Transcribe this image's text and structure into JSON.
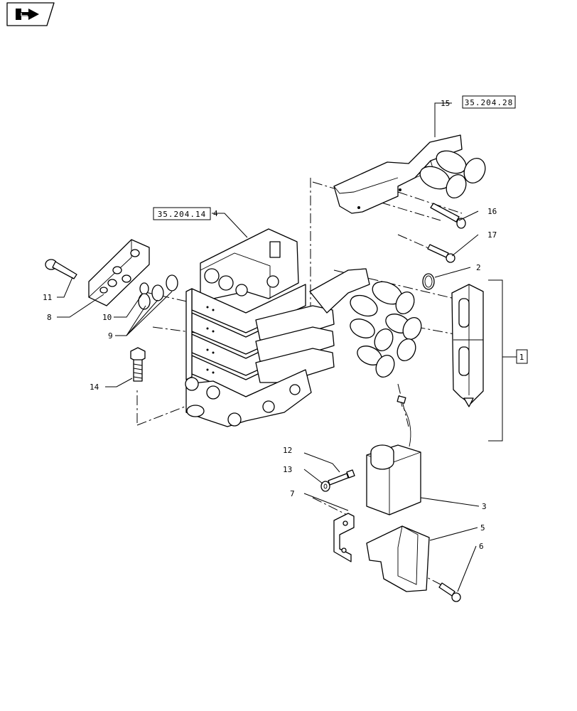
{
  "nav_icon": {
    "name": "nav-arrow-icon",
    "color": "#000000"
  },
  "references": [
    {
      "id": "ref-35-204-28",
      "text": "35.204.28"
    },
    {
      "id": "ref-35-204-14",
      "text": "35.204.14"
    }
  ],
  "callouts": [
    {
      "id": "callout-1",
      "label": "1"
    },
    {
      "id": "callout-2",
      "label": "2"
    },
    {
      "id": "callout-3",
      "label": "3"
    },
    {
      "id": "callout-4",
      "label": "4"
    },
    {
      "id": "callout-5",
      "label": "5"
    },
    {
      "id": "callout-6",
      "label": "6"
    },
    {
      "id": "callout-7",
      "label": "7"
    },
    {
      "id": "callout-8",
      "label": "8"
    },
    {
      "id": "callout-9",
      "label": "9"
    },
    {
      "id": "callout-10",
      "label": "10"
    },
    {
      "id": "callout-11",
      "label": "11"
    },
    {
      "id": "callout-12",
      "label": "12"
    },
    {
      "id": "callout-13",
      "label": "13"
    },
    {
      "id": "callout-14",
      "label": "14"
    },
    {
      "id": "callout-15",
      "label": "15"
    },
    {
      "id": "callout-16",
      "label": "16"
    },
    {
      "id": "callout-17",
      "label": "17"
    }
  ]
}
